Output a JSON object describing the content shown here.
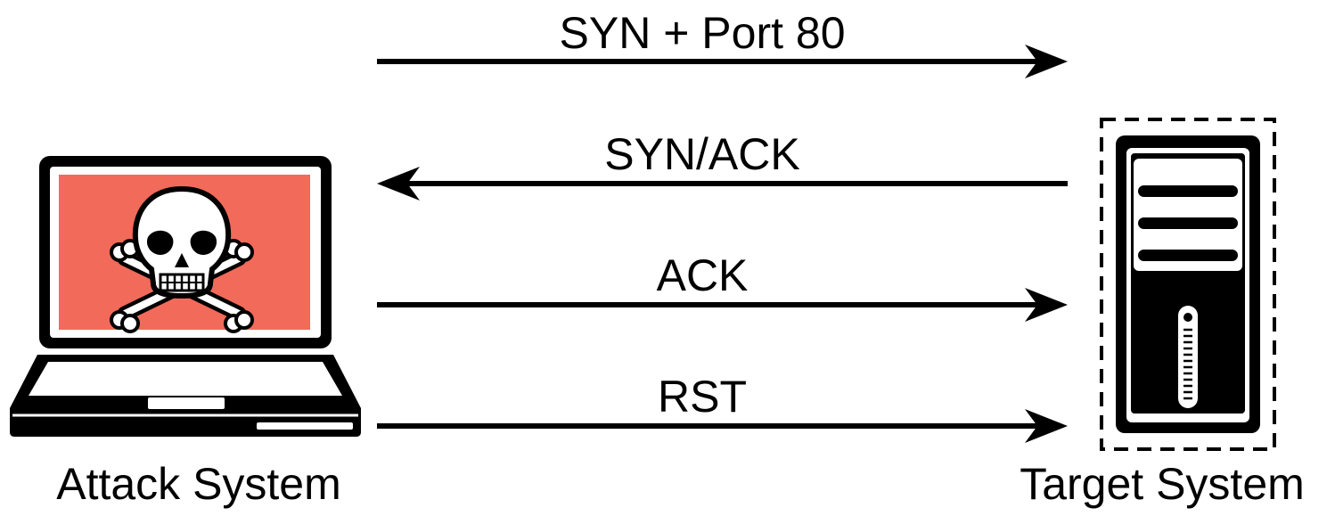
{
  "messages": [
    {
      "label": "SYN + Port 80",
      "direction": "to-target"
    },
    {
      "label": "SYN/ACK",
      "direction": "to-attacker"
    },
    {
      "label": "ACK",
      "direction": "to-target"
    },
    {
      "label": "RST",
      "direction": "to-target"
    }
  ],
  "nodes": {
    "attacker": {
      "label": "Attack System",
      "icon": "laptop-skull-icon"
    },
    "target": {
      "label": "Target System",
      "icon": "server-tower-icon"
    }
  },
  "colors": {
    "screen": "#f26a5a",
    "ink": "#000000",
    "background": "#ffffff"
  }
}
